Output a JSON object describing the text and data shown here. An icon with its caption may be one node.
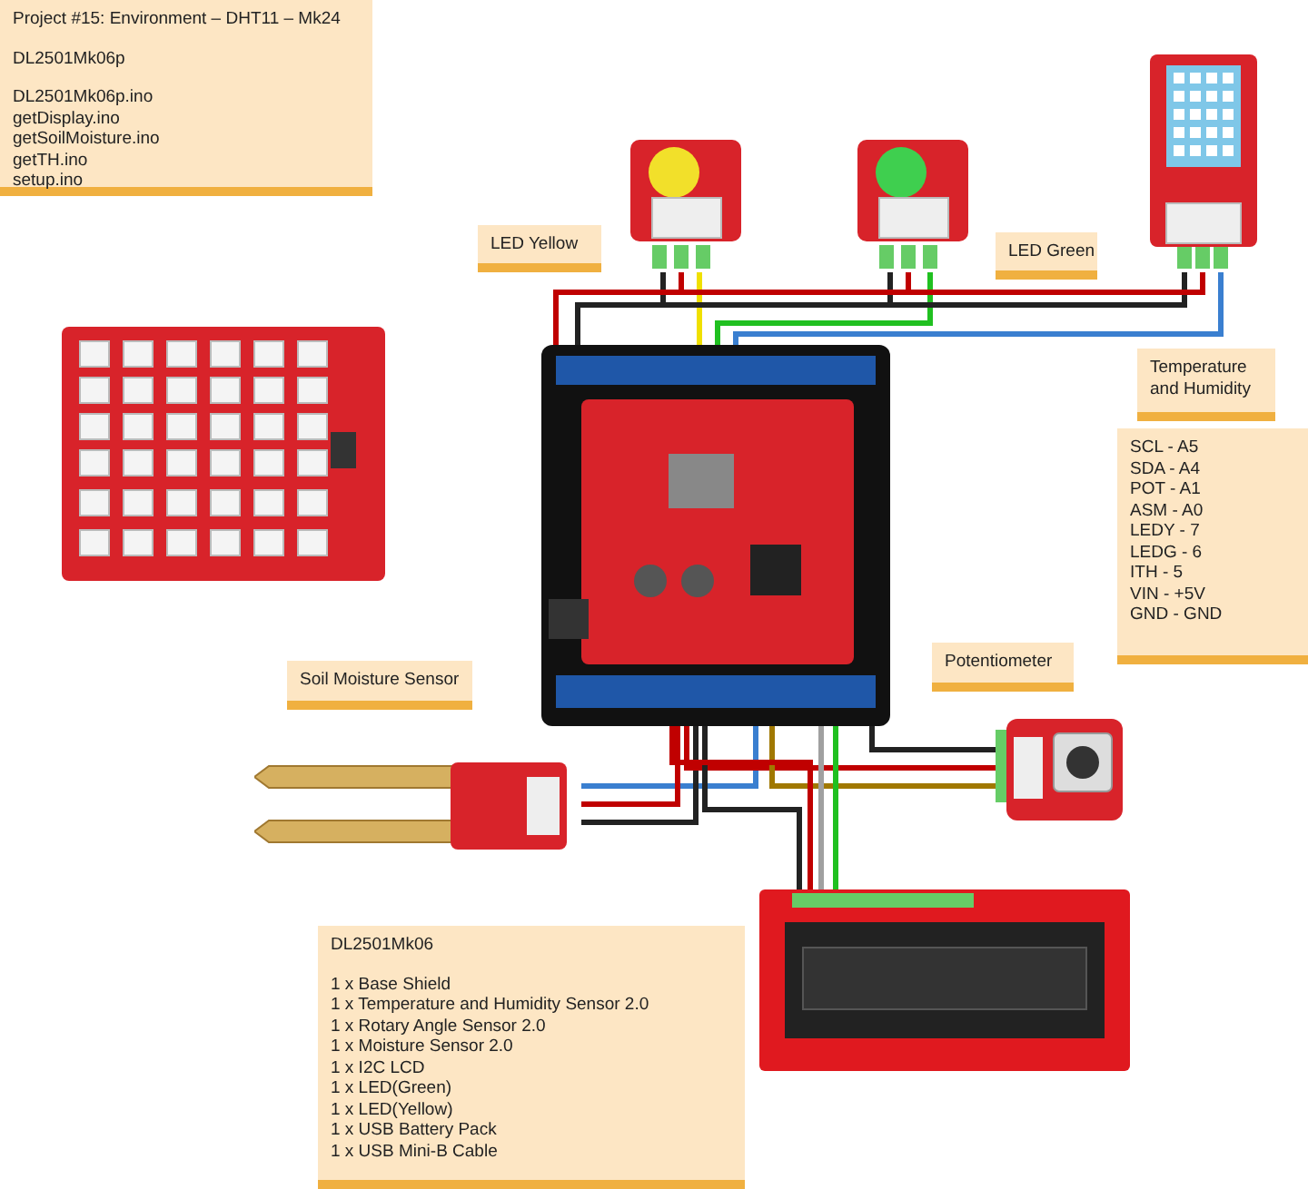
{
  "diagram": {
    "nodes": [
      {
        "text": [
          "Project #15: Environment – DHT11 – Mk24",
          "DL2501Mk06p",
          "DL2501Mk06p.ino",
          "getDisplay.ino",
          "getSoilMoisture.ino",
          "getTH.ino",
          "setup.ino"
        ]
      },
      {
        "text": [
          "LED Yellow"
        ]
      },
      {
        "text": [
          "LED Green"
        ]
      },
      {
        "text": [
          "Temperature and Humidity"
        ]
      },
      {
        "text": [
          "SCL - A5",
          "SDA - A4",
          "POT - A1",
          "ASM - A0",
          "LEDY - 7",
          "LEDG - 6",
          "ITH - 5",
          "VIN - +5V",
          "GND - GND"
        ]
      },
      {
        "text": [
          "Soil Moisture Sensor"
        ]
      },
      {
        "text": [
          "Potentiometer"
        ]
      },
      {
        "text": [
          "DL2501Mk06",
          "1 x Base Shield",
          "1 x Temperature and Humidity Sensor 2.0",
          "1 x Rotary Angle Sensor 2.0",
          "1 x Moisture Sensor 2.0",
          "1 x I2C LCD",
          "1 x LED(Green)",
          "1 x LED(Yellow)",
          "1 x USB Battery Pack",
          "1 x USB Mini-B Cable"
        ]
      },
      {
        "text": [],
        "shape": "picture"
      },
      {
        "text": [],
        "shape": "picture"
      },
      {
        "text": [],
        "shape": "picture"
      },
      {
        "text": [],
        "shape": "picture"
      },
      {
        "text": [],
        "shape": "picture"
      },
      {
        "text": [],
        "shape": "picture"
      },
      {
        "text": [],
        "shape": "picture"
      },
      {
        "text": [],
        "shape": "picture"
      }
    ],
    "edges": [
      {
        "from": 9,
        "to": 12,
        "arrow": "none",
        "color": "#222222"
      },
      {
        "from": 9,
        "to": 12,
        "arrow": "none",
        "color": "#c00000"
      },
      {
        "from": 9,
        "to": 12,
        "arrow": "none",
        "color": "#f0e000"
      },
      {
        "from": 10,
        "to": 12,
        "arrow": "none",
        "color": "#222222"
      },
      {
        "from": 10,
        "to": 12,
        "arrow": "none",
        "color": "#c00000"
      },
      {
        "from": 10,
        "to": 12,
        "arrow": "none",
        "color": "#20c020"
      },
      {
        "from": 11,
        "to": 12,
        "arrow": "none",
        "color": "#222222"
      },
      {
        "from": 11,
        "to": 12,
        "arrow": "none",
        "color": "#c00000"
      },
      {
        "from": 11,
        "to": 12,
        "arrow": "none",
        "color": "#3a7fd0"
      },
      {
        "from": 13,
        "to": 12,
        "arrow": "none",
        "color": "#3a7fd0"
      },
      {
        "from": 13,
        "to": 12,
        "arrow": "none",
        "color": "#c00000"
      },
      {
        "from": 13,
        "to": 12,
        "arrow": "none",
        "color": "#222222"
      },
      {
        "from": 14,
        "to": 12,
        "arrow": "none",
        "color": "#222222"
      },
      {
        "from": 14,
        "to": 12,
        "arrow": "none",
        "color": "#c00000"
      },
      {
        "from": 14,
        "to": 12,
        "arrow": "none",
        "color": "#a07800"
      },
      {
        "from": 15,
        "to": 12,
        "arrow": "none",
        "color": "#222222"
      },
      {
        "from": 15,
        "to": 12,
        "arrow": "none",
        "color": "#c00000"
      },
      {
        "from": 15,
        "to": 12,
        "arrow": "none",
        "color": "#a0a0a0"
      },
      {
        "from": 15,
        "to": 12,
        "arrow": "none",
        "color": "#20c020"
      }
    ]
  }
}
